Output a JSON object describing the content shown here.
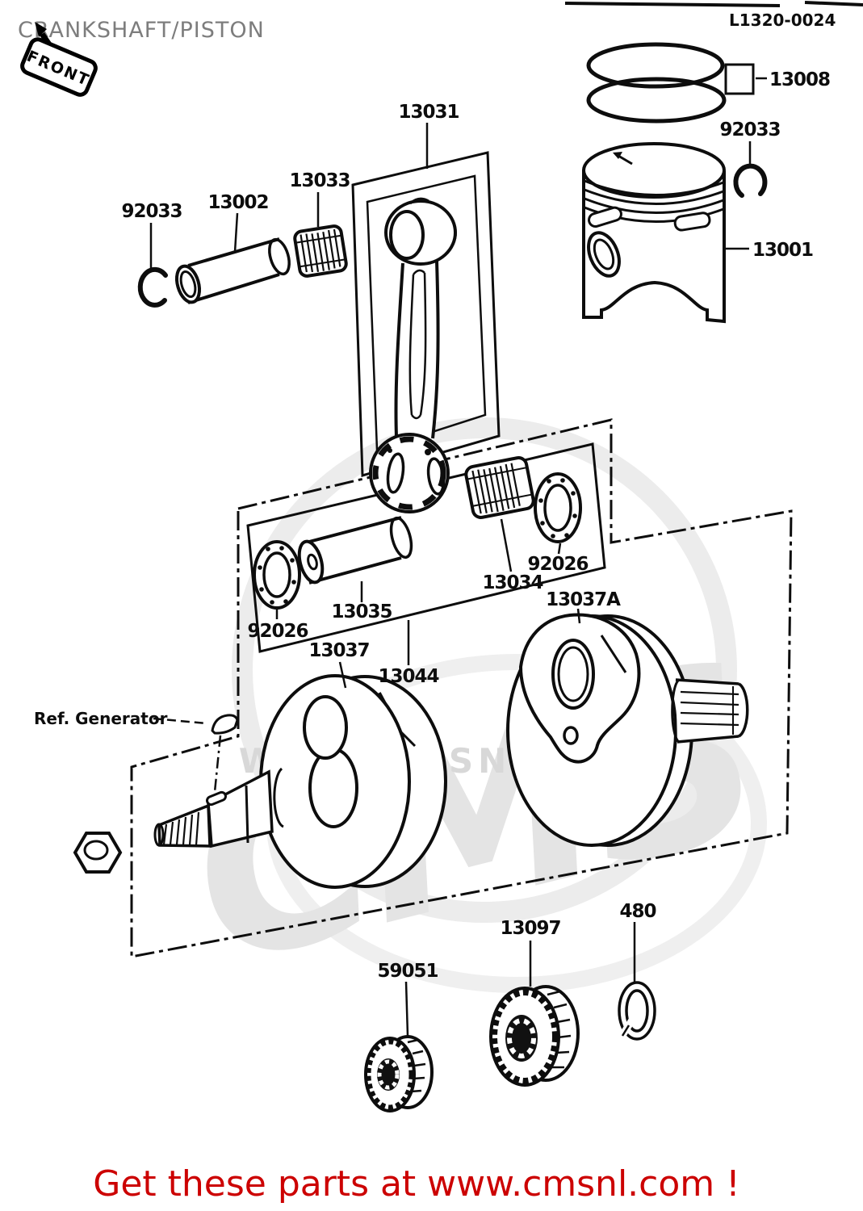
{
  "page": {
    "title": "CRANKSHAFT/PISTON",
    "front_stamp": "FRONT",
    "doc_number": "L1320-0024"
  },
  "watermark": {
    "logo": "CMS",
    "url": "WWW.CMSNL.COM"
  },
  "ref_label": "Ref. Generator",
  "footer": {
    "text": "Get these parts at www.cmsnl.com !",
    "color": "#cc0000"
  },
  "parts": [
    {
      "label": "13008"
    },
    {
      "label": "92033"
    },
    {
      "label": "13001"
    },
    {
      "label": "13031"
    },
    {
      "label": "13033"
    },
    {
      "label": "13002"
    },
    {
      "label": "92033"
    },
    {
      "label": "92026"
    },
    {
      "label": "13035"
    },
    {
      "label": "13034"
    },
    {
      "label": "92026"
    },
    {
      "label": "13037A"
    },
    {
      "label": "13037"
    },
    {
      "label": "13044"
    },
    {
      "label": "59051"
    },
    {
      "label": "13097"
    },
    {
      "label": "480"
    }
  ]
}
